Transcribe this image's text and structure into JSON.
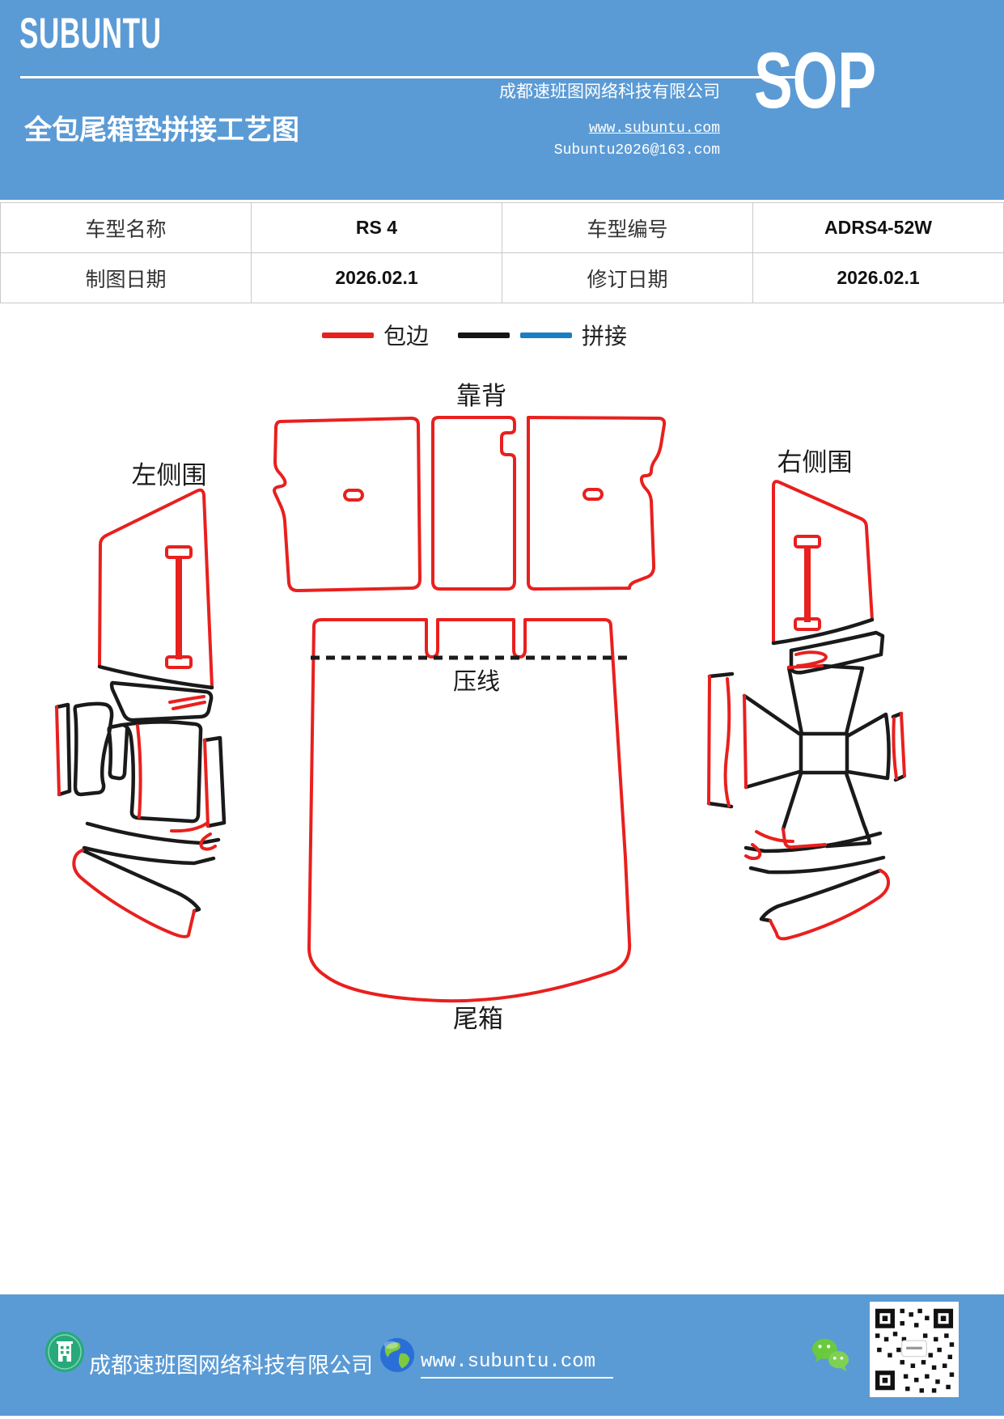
{
  "header": {
    "logo": "SUBUNTU",
    "title": "全包尾箱垫拼接工艺图",
    "company": "成都速班图网络科技有限公司",
    "website": "www.subuntu.com",
    "email": "Subuntu2026@163.com",
    "badge": "SOP",
    "band_color": "#5b9bd5"
  },
  "info_table": {
    "rows": [
      [
        "车型名称",
        "RS 4",
        "车型编号",
        "ADRS4-52W"
      ],
      [
        "制图日期",
        "2026.02.1",
        "修订日期",
        "2026.02.1"
      ]
    ]
  },
  "legend": {
    "edge_label": "包边",
    "splice_label": "拼接",
    "edge_color": "#e8201e",
    "splice_color_black": "#151515",
    "splice_color_blue": "#1b7ec2"
  },
  "diagram": {
    "backrest_label": "靠背",
    "left_side_label": "左侧围",
    "right_side_label": "右侧围",
    "press_line_label": "压线",
    "trunk_label": "尾箱",
    "outline_red": "#e8201e",
    "outline_black": "#1a1a1a"
  },
  "footer": {
    "company": "成都速班图网络科技有限公司",
    "website": "www.subuntu.com",
    "icons": {
      "building": "building-icon",
      "globe": "globe-icon",
      "wechat": "wechat-icon",
      "qr": "qr-code"
    }
  }
}
